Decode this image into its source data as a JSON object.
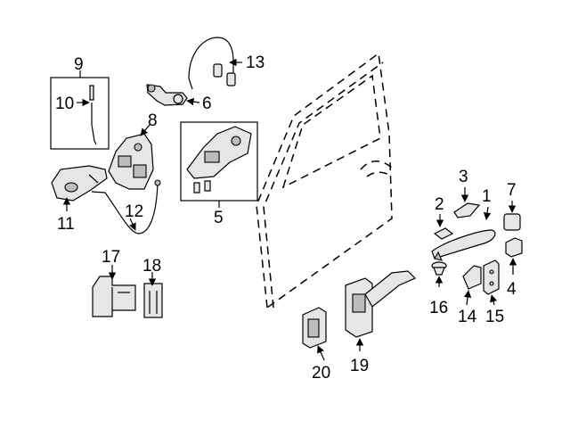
{
  "callouts": [
    {
      "id": "1",
      "text": "1"
    },
    {
      "id": "2",
      "text": "2"
    },
    {
      "id": "3",
      "text": "3"
    },
    {
      "id": "4",
      "text": "4"
    },
    {
      "id": "5",
      "text": "5"
    },
    {
      "id": "6",
      "text": "6"
    },
    {
      "id": "7",
      "text": "7"
    },
    {
      "id": "8",
      "text": "8"
    },
    {
      "id": "9",
      "text": "9"
    },
    {
      "id": "10",
      "text": "10"
    },
    {
      "id": "11",
      "text": "11"
    },
    {
      "id": "12",
      "text": "12"
    },
    {
      "id": "13",
      "text": "13"
    },
    {
      "id": "14",
      "text": "14"
    },
    {
      "id": "15",
      "text": "15"
    },
    {
      "id": "16",
      "text": "16"
    },
    {
      "id": "17",
      "text": "17"
    },
    {
      "id": "18",
      "text": "18"
    },
    {
      "id": "19",
      "text": "19"
    },
    {
      "id": "20",
      "text": "20"
    }
  ],
  "colors": {
    "line": "#000000",
    "fill": "#e6e6e6",
    "background": "#ffffff"
  }
}
